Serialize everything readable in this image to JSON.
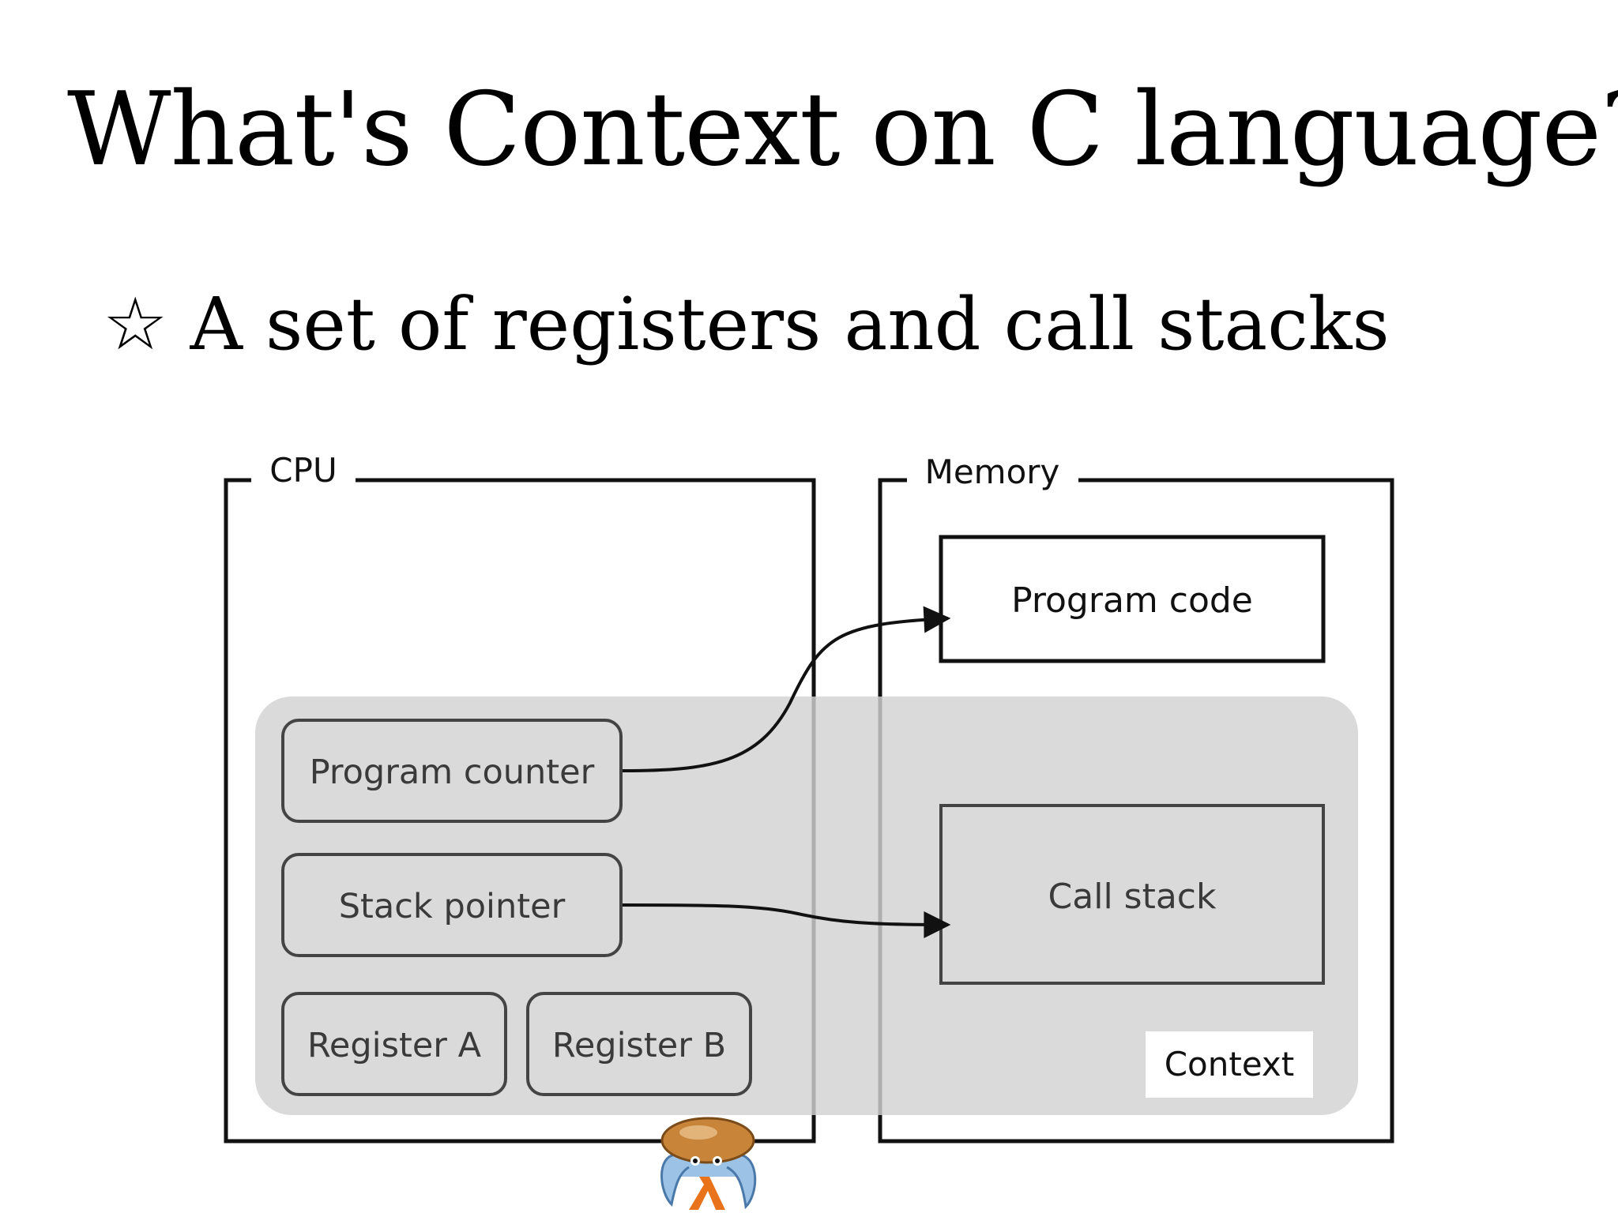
{
  "slide": {
    "title": "What's Context on C language?",
    "bullet_symbol": "☆",
    "bullet_text": "A set of registers and call stacks"
  },
  "diagram": {
    "cpu_label": "CPU",
    "memory_label": "Memory",
    "program_code": "Program code",
    "program_counter": "Program counter",
    "stack_pointer": "Stack pointer",
    "register_a": "Register A",
    "register_b": "Register B",
    "call_stack": "Call stack",
    "context_label": "Context"
  },
  "colors": {
    "context_region": "#dcdcdc",
    "stroke": "#111111",
    "inner_stroke": "#444444",
    "inner_text": "#3a3a3a",
    "mascot_shell": "#c8853a",
    "mascot_body": "#9cc3e6",
    "mascot_lambda": "#e8731a"
  },
  "mascot": {
    "icon": "lambda-mascot-icon"
  }
}
